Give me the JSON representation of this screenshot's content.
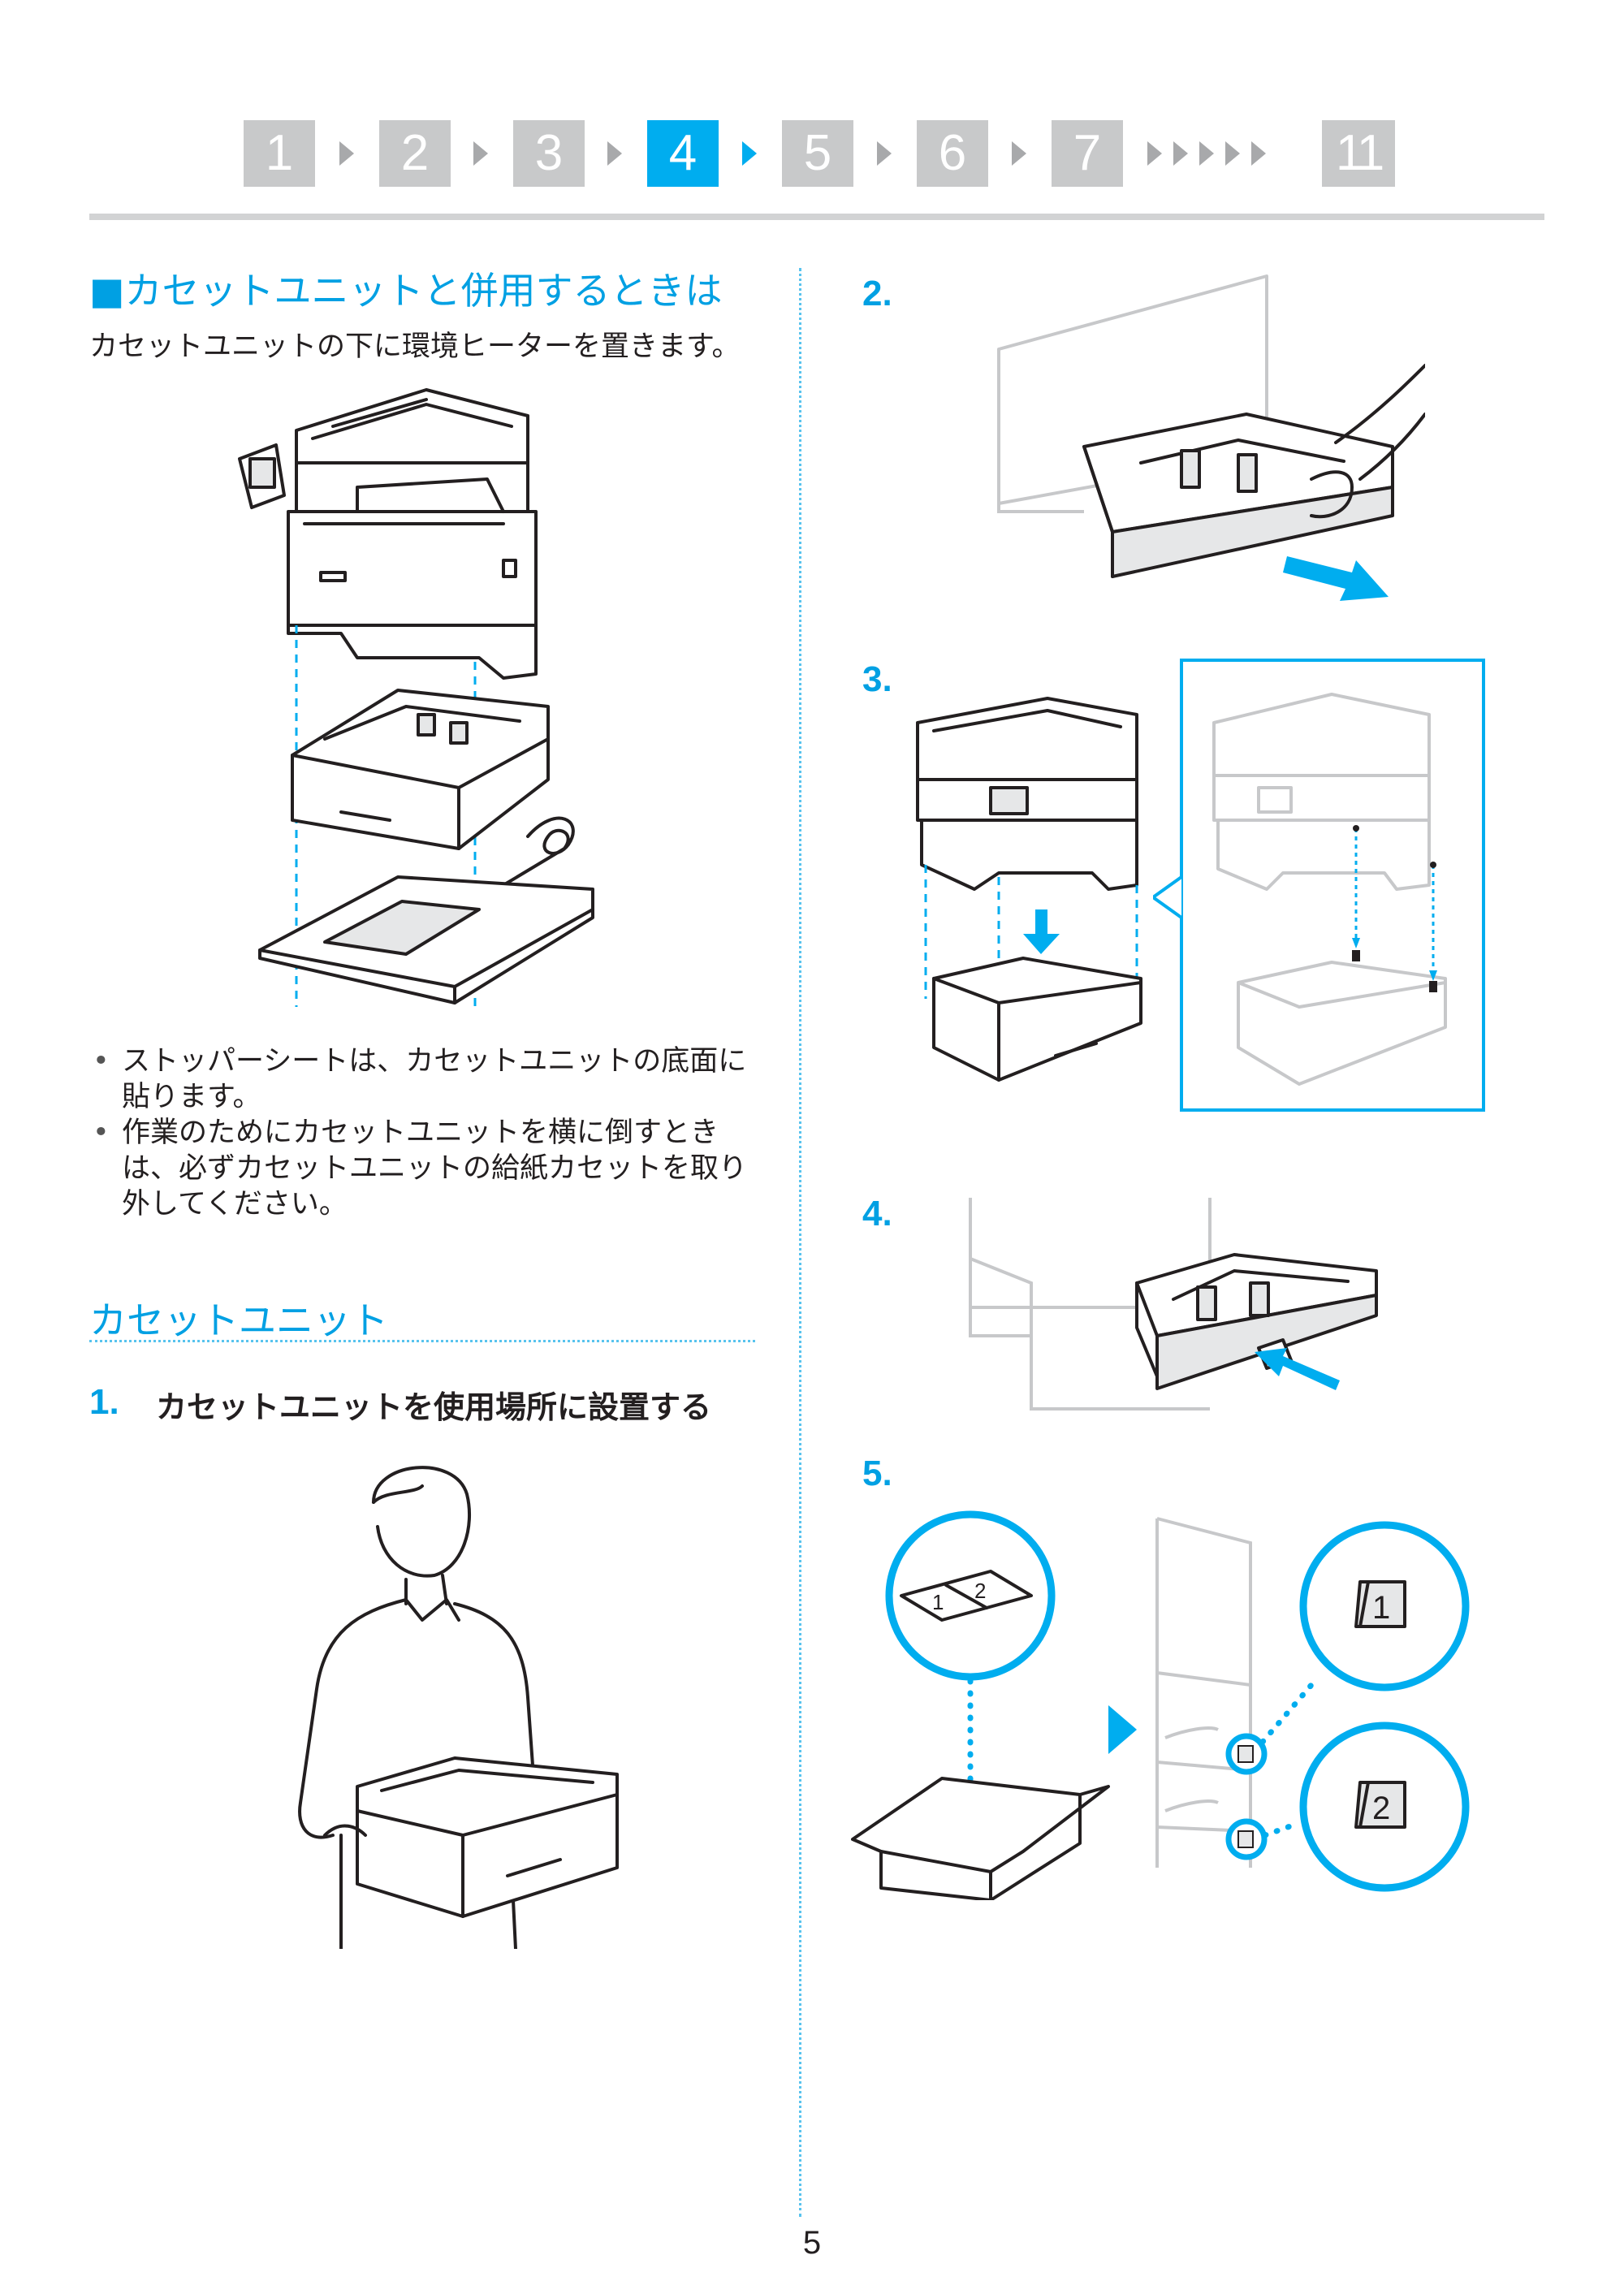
{
  "nav": {
    "steps": [
      "1",
      "2",
      "3",
      "4",
      "5",
      "6",
      "7",
      "11"
    ],
    "current": "4"
  },
  "left": {
    "section1_heading": "■カセットユニットと併用するときは",
    "section1_text": "カセットユニットの下に環境ヒーターを置きます。",
    "bullets": [
      "ストッパーシートは、カセットユニットの底面に貼ります。",
      "作業のためにカセットユニットを横に倒すときは、必ずカセットユニットの給紙カセットを取り外してください。"
    ],
    "section2_heading": "カセットユニット",
    "step1_number": "1.",
    "step1_title": "カセットユニットを使用場所に設置する"
  },
  "right": {
    "step2_number": "2.",
    "step3_number": "3.",
    "step4_number": "4.",
    "step5_number": "5.",
    "label_1": "1",
    "label_2": "2",
    "sticker_1": "1",
    "sticker_2": "2"
  },
  "page_number": "5",
  "colors": {
    "accent": "#00adef",
    "step_inactive": "#c8c9ca",
    "chevron": "#a8a9ab"
  }
}
